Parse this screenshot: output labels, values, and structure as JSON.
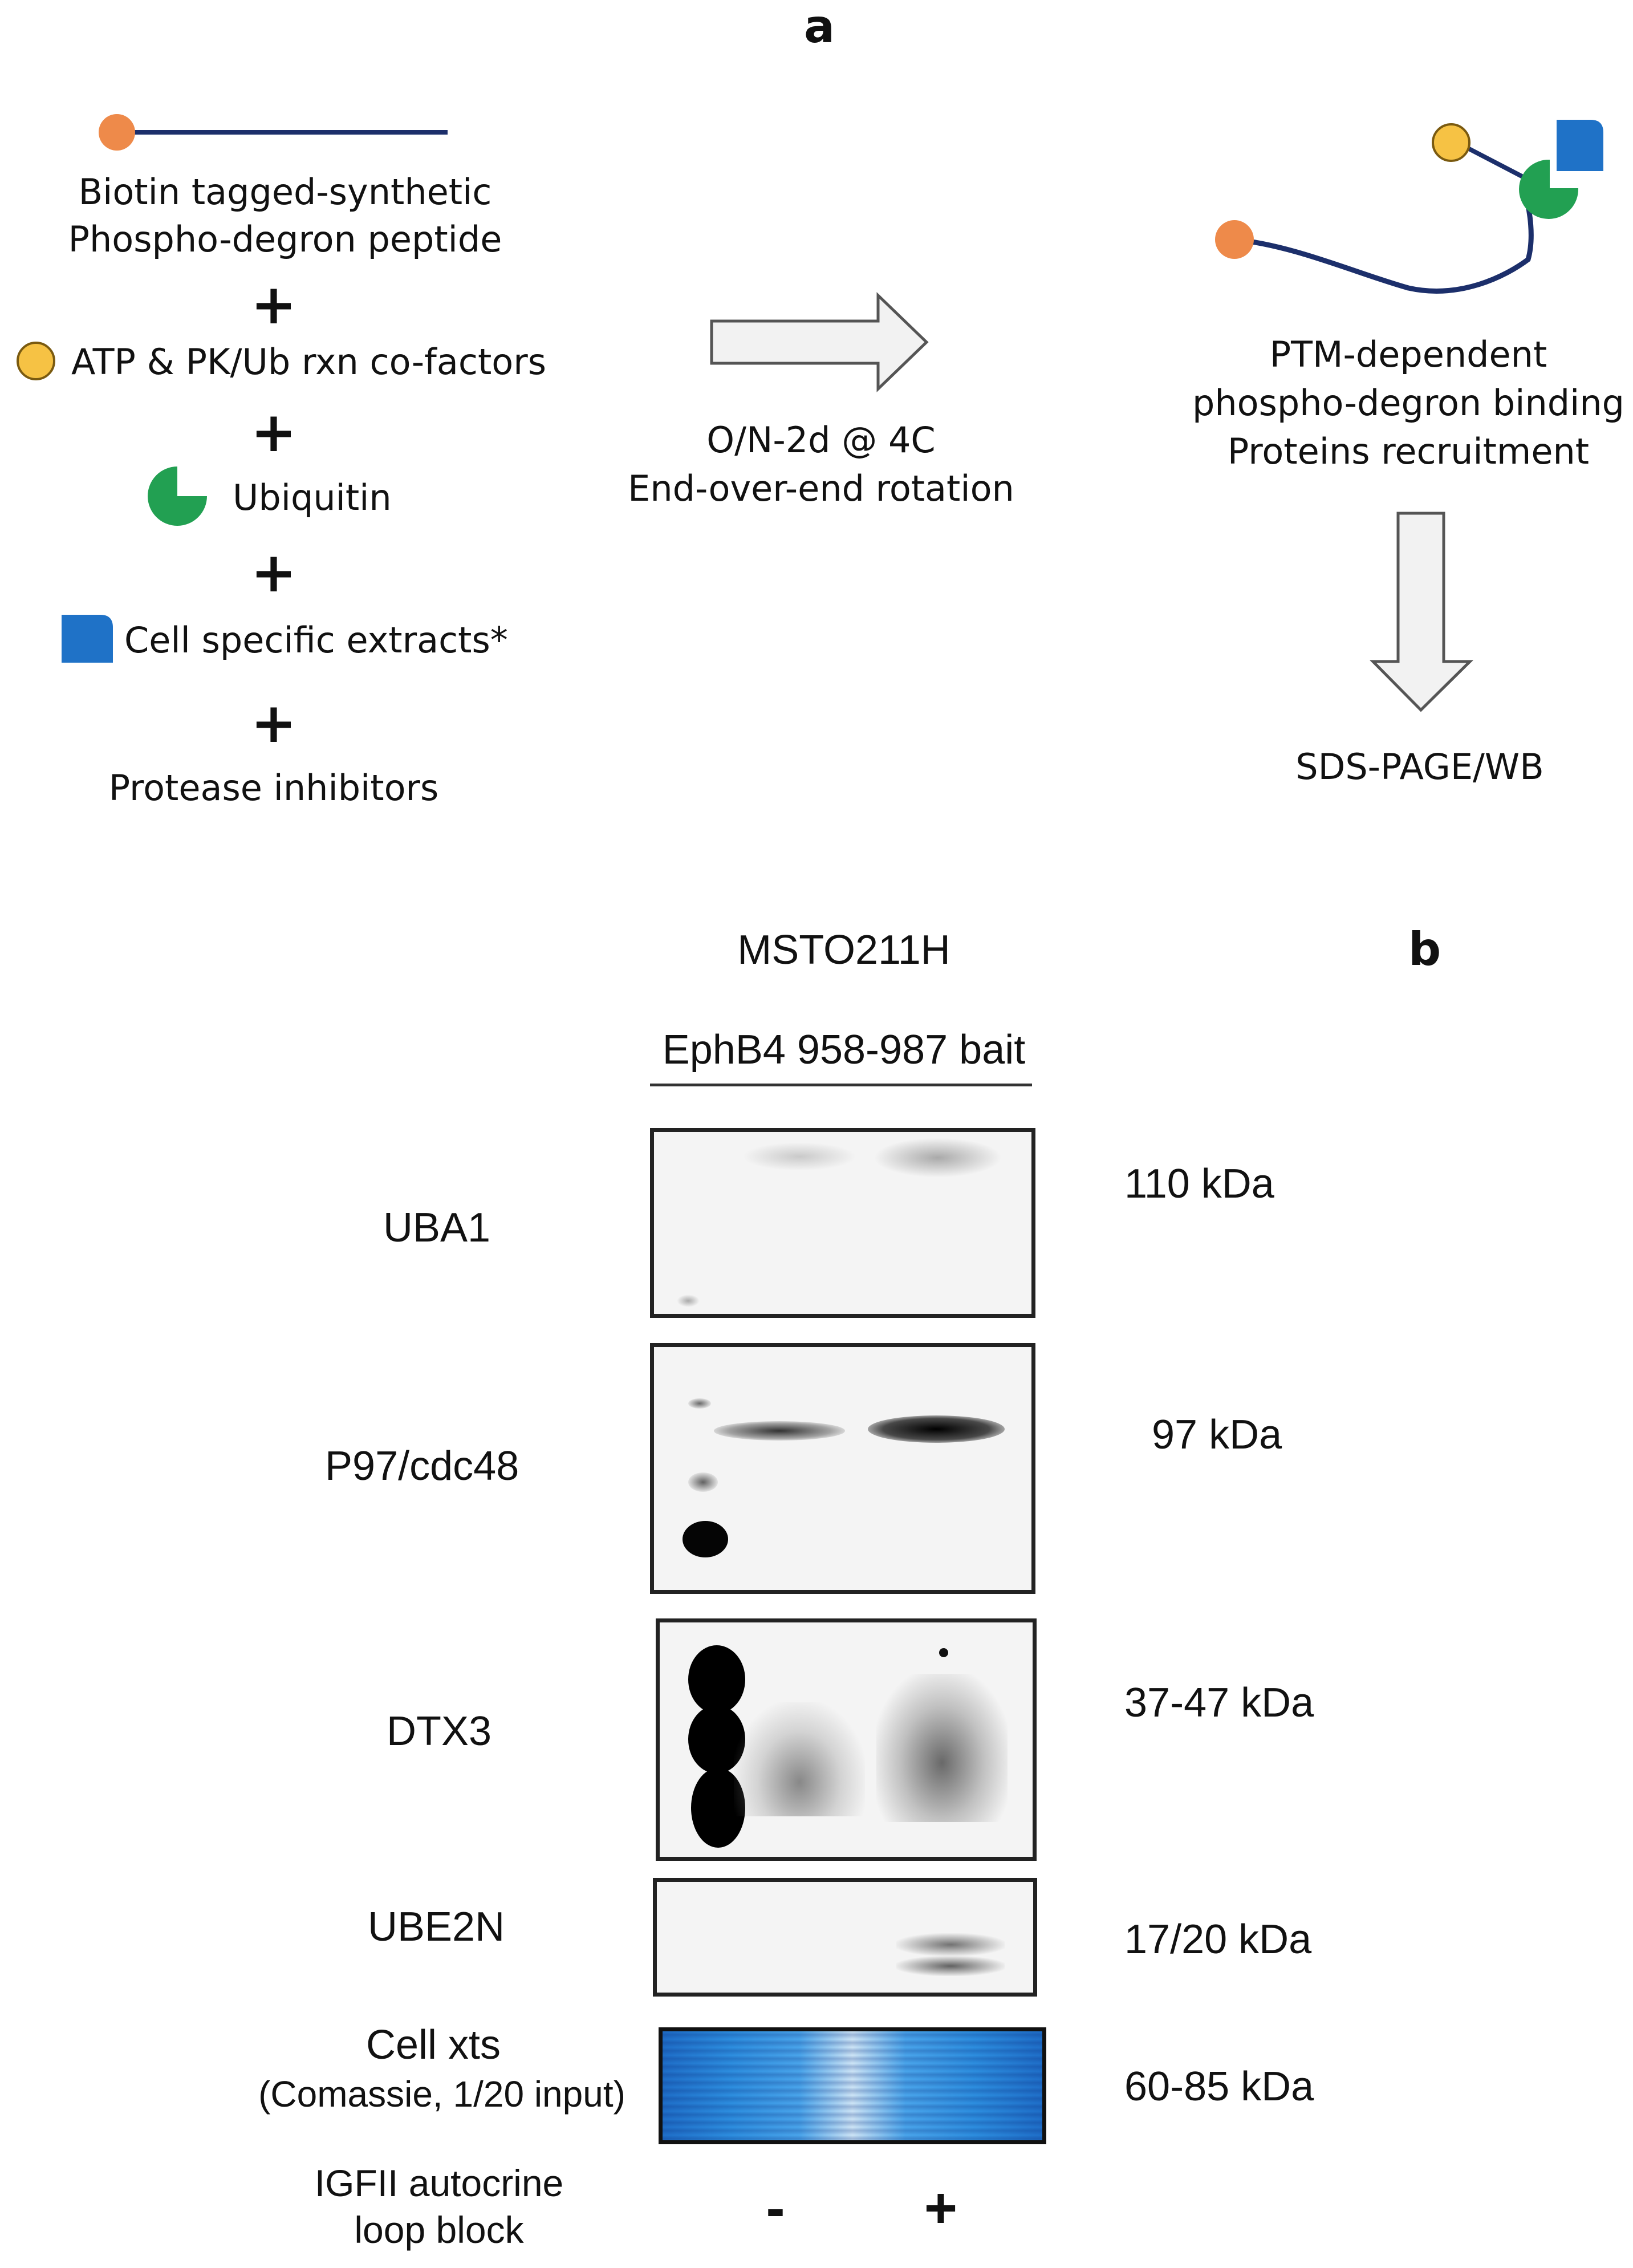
{
  "panel_a": {
    "label": "a",
    "reagents": {
      "peptide_line1": "Biotin tagged-synthetic",
      "peptide_line2": "Phospho-degron peptide",
      "atp": "ATP & PK/Ub rxn co-factors",
      "ubiquitin": "Ubiquitin",
      "extracts": "Cell specific extracts*",
      "inhibitors": "Protease inhibitors",
      "plus": "+"
    },
    "incubation": {
      "line1": "O/N-2d @ 4C",
      "line2": "End-over-end rotation"
    },
    "result": {
      "line1": "PTM-dependent",
      "line2": "phospho-degron binding",
      "line3": "Proteins recruitment"
    },
    "readout": "SDS-PAGE/WB",
    "icons": {
      "biotin": "biotin-circle-icon",
      "atp": "atp-circle-icon",
      "ubiquitin": "ubiquitin-pacman-icon",
      "extract": "extract-square-icon",
      "arrow_right": "arrow-right-icon",
      "arrow_down": "arrow-down-icon"
    },
    "colors": {
      "biotin": "#ee8a4a",
      "atp": "#f6c244",
      "ubiquitin": "#22a052",
      "extract": "#1f72c7",
      "peptide": "#1c2f6b"
    }
  },
  "panel_b": {
    "label": "b",
    "cell_line": "MSTO211H",
    "bait": "EphB4 958-987 bait",
    "blots": [
      {
        "name": "UBA1",
        "size": "110 kDa"
      },
      {
        "name": "P97/cdc48",
        "size": "97 kDa"
      },
      {
        "name": "DTX3",
        "size": "37-47 kDa"
      },
      {
        "name": "UBE2N",
        "size": "17/20 kDa"
      }
    ],
    "loading": {
      "line1": "Cell xts",
      "line2": "(Comassie, 1/20 input)",
      "size": "60-85 kDa"
    },
    "treatment": {
      "line1": "IGFII autocrine",
      "line2": "loop block",
      "lanes": [
        "-",
        "+"
      ]
    }
  }
}
